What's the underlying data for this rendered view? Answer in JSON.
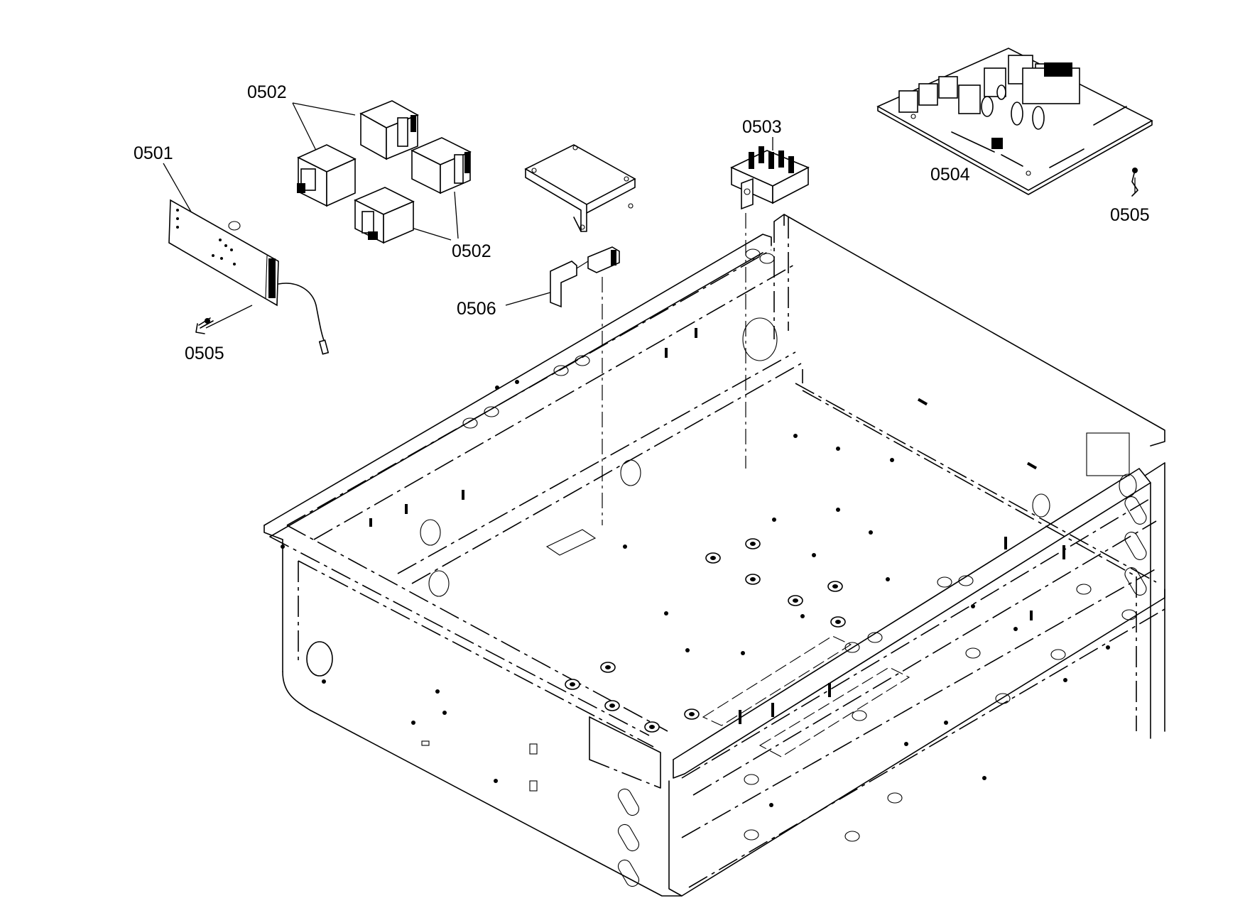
{
  "diagram": {
    "labels": {
      "l0501": "0501",
      "l0502a": "0502",
      "l0502b": "0502",
      "l0503": "0503",
      "l0504": "0504",
      "l0505a": "0505",
      "l0505b": "0505",
      "l0506": "0506"
    }
  }
}
